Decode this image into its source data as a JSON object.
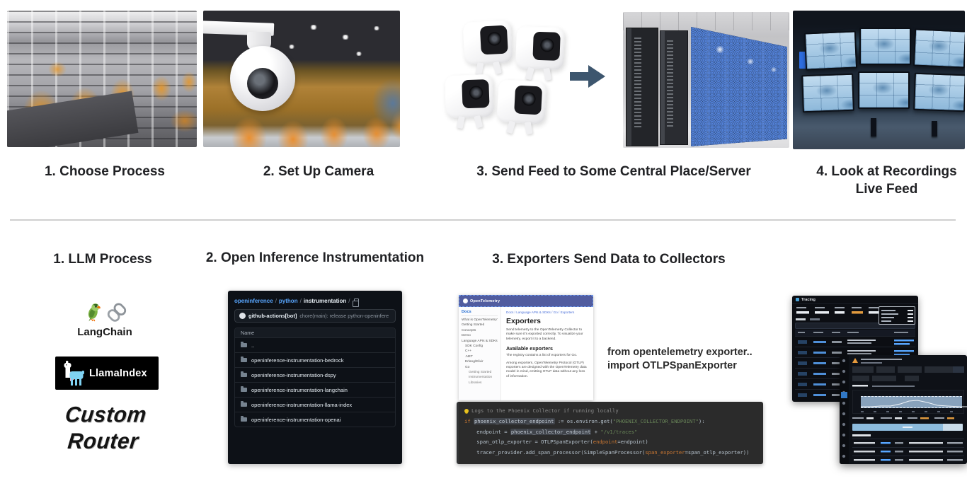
{
  "colors": {
    "accent_blue": "#58a6ff",
    "robot_orange": "#e8941f",
    "otel_header": "#515c9f",
    "code_bg": "#2b2b2b",
    "arrow": "#3d566e"
  },
  "cctv": {
    "captions": [
      "1. Choose Process",
      "2. Set Up Camera",
      "3. Send Feed to Some Central Place/Server",
      "4. Look at Recordings Live Feed"
    ]
  },
  "llm": {
    "headings": [
      "1. LLM Process",
      "2. Open Inference Instrumentation",
      "3. Exporters Send Data to Collectors"
    ],
    "langchain_label": "LangChain",
    "llamaindex_label": "LlamaIndex",
    "custom_line1": "Custom",
    "custom_line2": "Router"
  },
  "github": {
    "breadcrumb": {
      "org": "openinference",
      "repo": "python",
      "path": "instrumentation",
      "sep": "/"
    },
    "commit_author": "github-actions[bot]",
    "commit_message": "chore(main): release python-openinfere",
    "table_header": "Name",
    "folders": [
      "..",
      "openinference-instrumentation-bedrock",
      "openinference-instrumentation-dspy",
      "openinference-instrumentation-langchain",
      "openinference-instrumentation-llama-index",
      "openinference-instrumentation-openai"
    ]
  },
  "otel": {
    "brand": "OpenTelemetry",
    "sidebar_title": "Docs",
    "sidebar": [
      "What is OpenTelemetry?",
      "Getting Started",
      "Concepts",
      "Demo",
      "Language APIs & SDKs",
      "SDK Config",
      "C++",
      ".NET",
      "Erlang/Elixir",
      "Go",
      "Getting Started",
      "Instrumentation",
      "Libraries"
    ],
    "breadcrumb": "Docs / Language APIs & SDKs / Go / Exporters",
    "title": "Exporters",
    "intro": "Send telemetry to the OpenTelemetry Collector to make sure it's exported correctly. To visualize your telemetry, export it to a backend.",
    "subtitle": "Available exporters",
    "registry": "The registry contains a list of exporters for Go.",
    "otlp": "Among exporters, OpenTelemetry Protocol (OTLP) exporters are designed with the OpenTelemetry data model in mind, emitting OTLP data without any loss of information."
  },
  "exporter_note": {
    "line1": "from opentelemetry exporter..",
    "line2": "import OTLPSpanExporter"
  },
  "code": {
    "comment": "Logs to the Phoenix Collector if running locally",
    "line2": [
      {
        "t": "if ",
        "c": "kw"
      },
      {
        "t": "phoenix_collector_endpoint",
        "c": "hl"
      },
      {
        "t": " := os.environ.get(",
        "c": "pl"
      },
      {
        "t": "\"PHOENIX_COLLECTOR_ENDPOINT\"",
        "c": "str"
      },
      {
        "t": "):",
        "c": "pl"
      }
    ],
    "line3": [
      {
        "t": "    endpoint = ",
        "c": "pl"
      },
      {
        "t": "phoenix_collector_endpoint",
        "c": "hl"
      },
      {
        "t": " + ",
        "c": "pl"
      },
      {
        "t": "\"/v1/traces\"",
        "c": "str"
      }
    ],
    "line4": [
      {
        "t": "    span_otlp_exporter = OTLPSpanExporter(",
        "c": "pl"
      },
      {
        "t": "endpoint",
        "c": "pr"
      },
      {
        "t": "=endpoint)",
        "c": "pl"
      }
    ],
    "line5": [
      {
        "t": "    tracer_provider.add_span_processor(SimpleSpanProcessor(",
        "c": "pl"
      },
      {
        "t": "span_exporter",
        "c": "pr"
      },
      {
        "t": "=span_otlp_exporter))",
        "c": "pl"
      }
    ]
  },
  "phoenix": {
    "tab": "Tracing"
  }
}
